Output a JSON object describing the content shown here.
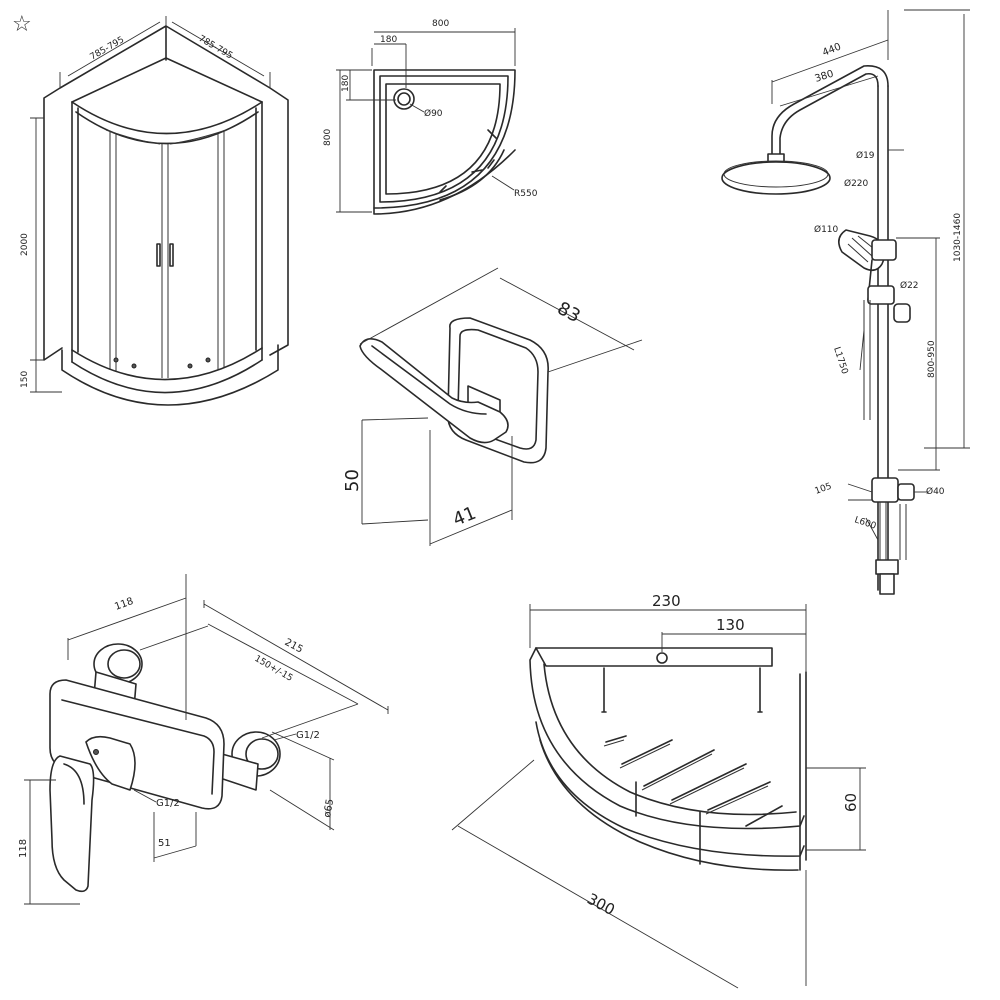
{
  "favorite_icon": "☆",
  "enclosure": {
    "width_1": "785-795",
    "width_2": "785-795",
    "height": "2000",
    "base": "150"
  },
  "tray": {
    "width": "800",
    "depth": "800",
    "drain_offset_x": "180",
    "drain_offset_y": "180",
    "drain_diameter": "Ø90",
    "radius": "R550"
  },
  "hook": {
    "length": "83",
    "height": "50",
    "depth": "41"
  },
  "shower_system": {
    "arm_outer": "440",
    "arm_inner": "380",
    "pipe": "Ø19",
    "head": "Ø220",
    "hand_shower": "Ø110",
    "holder": "Ø22",
    "hose": "L1750",
    "slide": "800-950",
    "overall": "1030-1460",
    "mixer_offset": "105",
    "connector": "Ø40",
    "lower_hose": "L600"
  },
  "mixer": {
    "width": "118",
    "spread": "215",
    "center": "150+/-15",
    "thread_top": "G1/2",
    "thread_bottom": "G1/2",
    "diameter": "ø65",
    "outlet": "51",
    "height": "118"
  },
  "basket": {
    "width": "230",
    "bar": "130",
    "height": "60",
    "diagonal": "300"
  }
}
